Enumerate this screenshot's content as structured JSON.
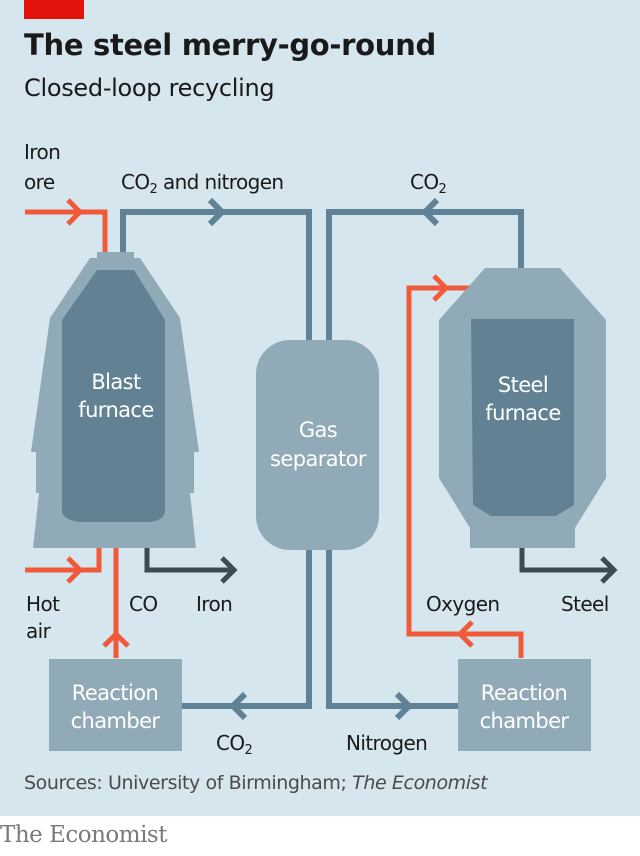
{
  "header": {
    "title": "The steel merry-go-round",
    "subtitle": "Closed-loop recycling"
  },
  "colors": {
    "background": "#d6e6ef",
    "accent_red": "#e3120b",
    "input_flow": "#f05a3a",
    "gas_flow": "#5f8296",
    "product_flow": "#3d4a52",
    "vessel_outer": "#91aab7",
    "vessel_inner": "#628293"
  },
  "components": {
    "blast_furnace": {
      "line1": "Blast",
      "line2": "furnace"
    },
    "gas_separator": {
      "line1": "Gas",
      "line2": "separator"
    },
    "steel_furnace": {
      "line1": "Steel",
      "line2": "furnace"
    },
    "reaction_chamber_left": {
      "line1": "Reaction",
      "line2": "chamber"
    },
    "reaction_chamber_right": {
      "line1": "Reaction",
      "line2": "chamber"
    }
  },
  "flows": {
    "iron_ore": {
      "line1": "Iron",
      "line2": "ore"
    },
    "co2_and_nitrogen": {
      "prefix": "CO",
      "sub": "2",
      "suffix": " and nitrogen"
    },
    "co2_top": {
      "prefix": "CO",
      "sub": "2"
    },
    "hot_air": {
      "line1": "Hot",
      "line2": "air"
    },
    "co": "CO",
    "iron": "Iron",
    "oxygen": "Oxygen",
    "steel": "Steel",
    "co2_bottom": {
      "prefix": "CO",
      "sub": "2"
    },
    "nitrogen": "Nitrogen"
  },
  "footer": {
    "source_prefix": "Sources: University of Birmingham; ",
    "source_italic": "The Economist",
    "brand": "The Economist"
  }
}
